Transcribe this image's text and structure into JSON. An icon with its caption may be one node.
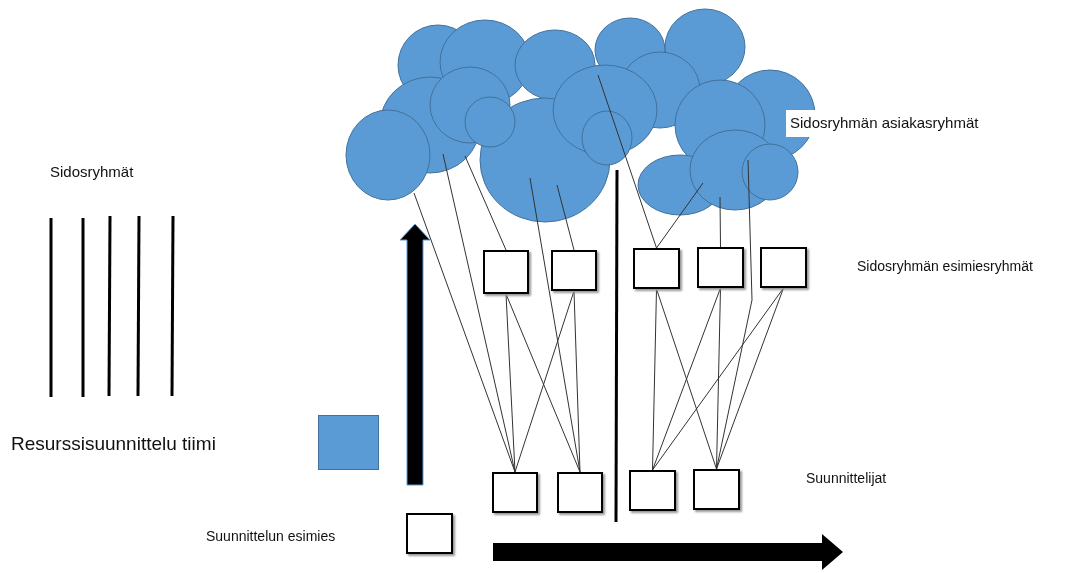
{
  "diagram": {
    "nodes": [
      {
        "text": [],
        "shape": "cloud"
      },
      {
        "text": [],
        "shape": "box"
      },
      {
        "text": [],
        "shape": "box"
      },
      {
        "text": [],
        "shape": "box"
      },
      {
        "text": [],
        "shape": "box"
      },
      {
        "text": [],
        "shape": "box"
      },
      {
        "text": [],
        "shape": "box"
      },
      {
        "text": [],
        "shape": "box"
      },
      {
        "text": [],
        "shape": "box"
      },
      {
        "text": [],
        "shape": "box"
      },
      {
        "text": [],
        "shape": "box"
      }
    ],
    "edges": [
      {
        "from": 6,
        "to": 0,
        "arrow": "none"
      },
      {
        "from": 6,
        "to": 0,
        "arrow": "none"
      },
      {
        "from": 1,
        "to": 0,
        "arrow": "none"
      },
      {
        "from": 7,
        "to": 0,
        "arrow": "none"
      },
      {
        "from": 2,
        "to": 0,
        "arrow": "none"
      },
      {
        "from": 3,
        "to": 0,
        "arrow": "none"
      },
      {
        "from": 3,
        "to": 0,
        "arrow": "none"
      },
      {
        "from": 4,
        "to": 0,
        "arrow": "none"
      },
      {
        "from": 9,
        "to": 0,
        "arrow": "none"
      },
      {
        "from": 6,
        "to": 1,
        "arrow": "none"
      },
      {
        "from": 7,
        "to": 1,
        "arrow": "none"
      },
      {
        "from": 6,
        "to": 2,
        "arrow": "none"
      },
      {
        "from": 7,
        "to": 2,
        "arrow": "none"
      },
      {
        "from": 8,
        "to": 3,
        "arrow": "none"
      },
      {
        "from": 9,
        "to": 3,
        "arrow": "none"
      },
      {
        "from": 8,
        "to": 4,
        "arrow": "none"
      },
      {
        "from": 9,
        "to": 4,
        "arrow": "none"
      },
      {
        "from": 8,
        "to": 5,
        "arrow": "none"
      },
      {
        "from": 9,
        "to": 5,
        "arrow": "none"
      }
    ],
    "labels": [
      "Sidosryhmät",
      "Sidosryhmän asiakasryhmät",
      "Sidosryhmän esimiesryhmät",
      "Suunnittelijat",
      "Suunnittelun esimies"
    ],
    "legend": [
      {
        "text": "Resurssisuunnittelu tiimi",
        "color": "#5b9bd5"
      }
    ]
  }
}
